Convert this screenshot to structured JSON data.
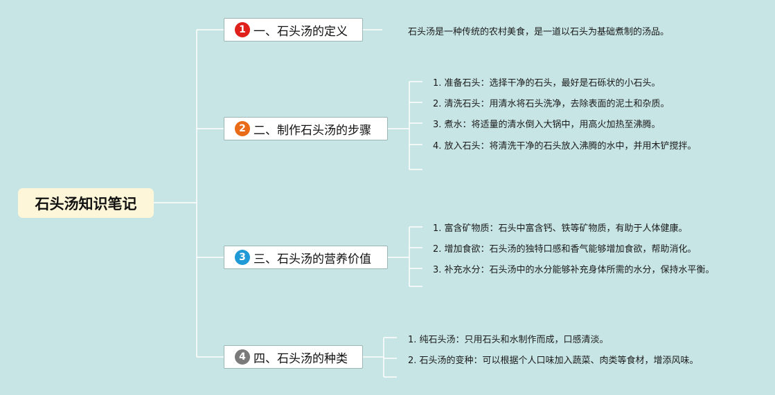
{
  "root": {
    "title": "石头汤知识笔记"
  },
  "branches": [
    {
      "number": "1",
      "badge_color": "#e0201a",
      "label": "一、石头汤的定义",
      "items": [
        "石头汤是一种传统的农村美食，是一道以石头为基础煮制的汤品。"
      ]
    },
    {
      "number": "2",
      "badge_color": "#ea6b17",
      "label": "二、制作石头汤的步骤",
      "items": [
        "1. 准备石头：选择干净的石头，最好是石砾状的小石头。",
        "2. 清洗石头：用清水将石头洗净，去除表面的泥土和杂质。",
        "3. 煮水：将适量的清水倒入大锅中，用高火加热至沸腾。",
        "4. 放入石头：将清洗干净的石头放入沸腾的水中，并用木铲搅拌。"
      ]
    },
    {
      "number": "3",
      "badge_color": "#1f9ad6",
      "label": "三、石头汤的营养价值",
      "items": [
        "1. 富含矿物质：石头中富含钙、铁等矿物质，有助于人体健康。",
        "2. 增加食欲：石头汤的独特口感和香气能够增加食欲，帮助消化。",
        "3. 补充水分：石头汤中的水分能够补充身体所需的水分，保持水平衡。"
      ]
    },
    {
      "number": "4",
      "badge_color": "#7a7a7a",
      "label": "四、石头汤的种类",
      "items": [
        "1. 纯石头汤：只用石头和水制作而成，口感清淡。",
        "2. 石头汤的变种：可以根据个人口味加入蔬菜、肉类等食材，增添风味。"
      ]
    }
  ]
}
